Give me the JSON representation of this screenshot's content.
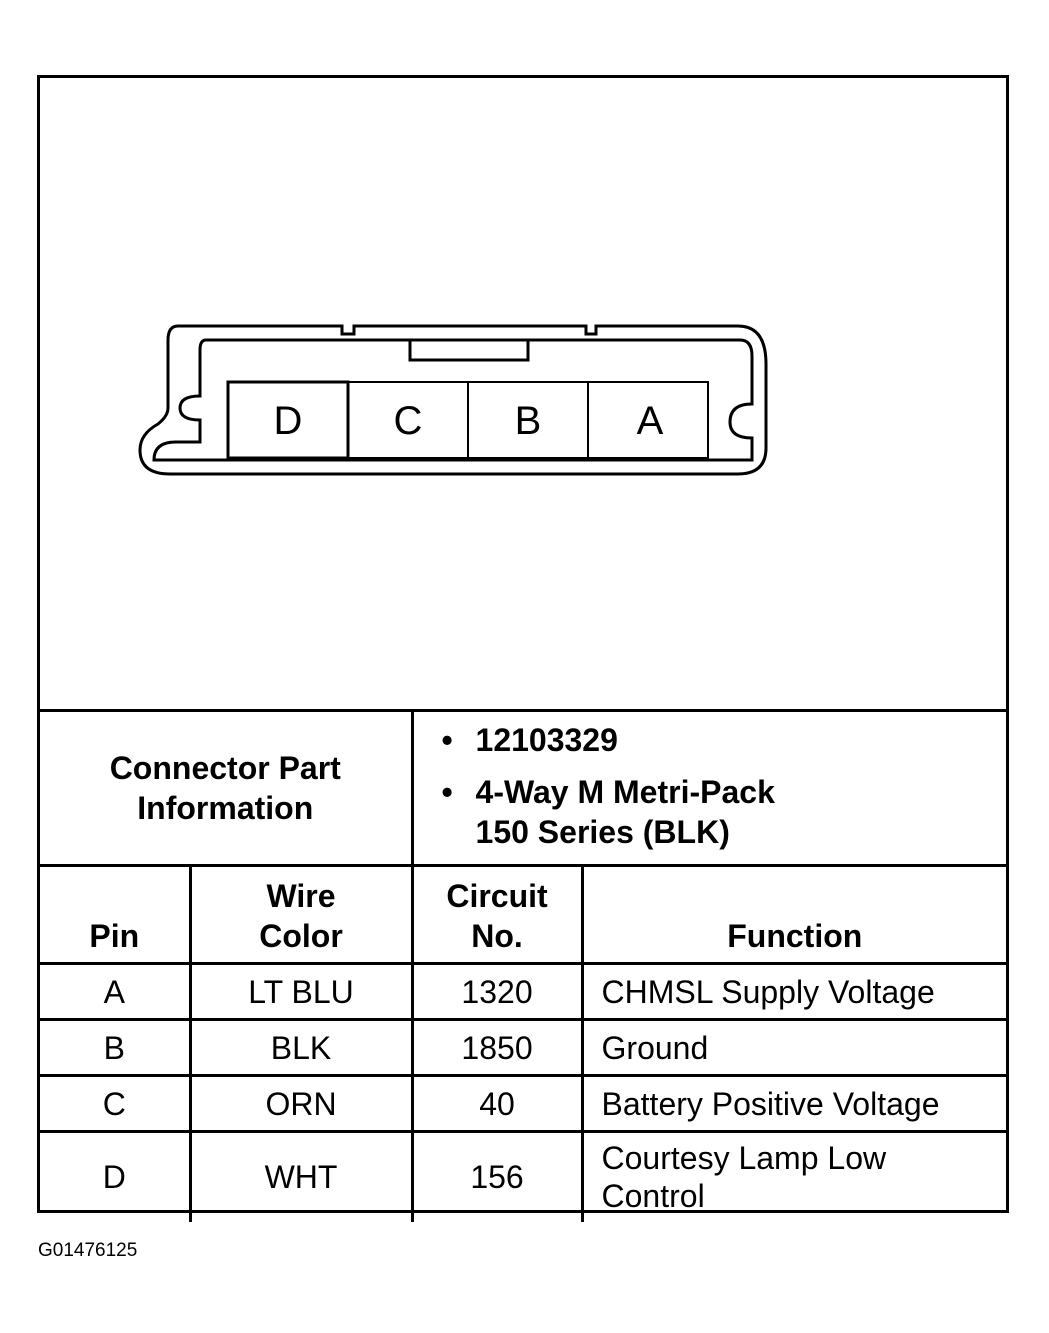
{
  "connector": {
    "pins": [
      "D",
      "C",
      "B",
      "A"
    ]
  },
  "part_info": {
    "label_line1": "Connector Part",
    "label_line2": "Information",
    "items": [
      {
        "line1": "12103329",
        "line2": ""
      },
      {
        "line1": "4-Way M Metri-Pack",
        "line2": "150 Series (BLK)"
      }
    ]
  },
  "table": {
    "headers": {
      "pin": "Pin",
      "wire_color_line1": "Wire",
      "wire_color_line2": "Color",
      "circuit_line1": "Circuit",
      "circuit_line2": "No.",
      "function": "Function"
    },
    "rows": [
      {
        "pin": "A",
        "wire_color": "LT BLU",
        "circuit": "1320",
        "function": "CHMSL Supply Voltage"
      },
      {
        "pin": "B",
        "wire_color": "BLK",
        "circuit": "1850",
        "function": "Ground"
      },
      {
        "pin": "C",
        "wire_color": "ORN",
        "circuit": "40",
        "function": "Battery Positive Voltage"
      },
      {
        "pin": "D",
        "wire_color": "WHT",
        "circuit": "156",
        "function_line1": "Courtesy Lamp Low",
        "function_line2": "Control"
      }
    ]
  },
  "figure_id": "G01476125"
}
